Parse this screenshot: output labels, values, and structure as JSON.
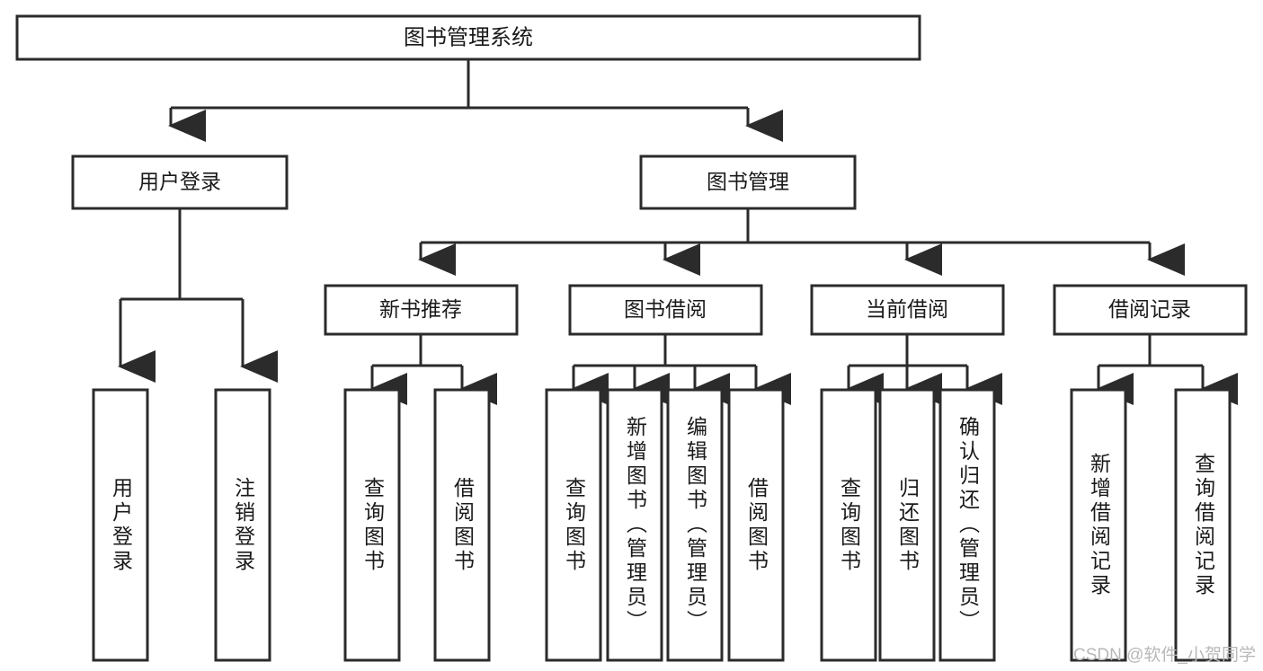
{
  "diagram": {
    "type": "tree-hierarchy",
    "title_node": {
      "id": "root",
      "label": "图书管理系统"
    },
    "level2": [
      {
        "id": "user-login",
        "label": "用户登录"
      },
      {
        "id": "book-manage",
        "label": "图书管理"
      }
    ],
    "level3": [
      {
        "id": "new-book-rec",
        "label": "新书推荐",
        "parent": "book-manage"
      },
      {
        "id": "book-borrow",
        "label": "图书借阅",
        "parent": "book-manage"
      },
      {
        "id": "current-borrow",
        "label": "当前借阅",
        "parent": "book-manage"
      },
      {
        "id": "borrow-record",
        "label": "借阅记录",
        "parent": "book-manage"
      }
    ],
    "leaves": {
      "user_login": [
        {
          "id": "leaf-user-login",
          "label": "用户登录"
        },
        {
          "id": "leaf-user-logout",
          "label": "注销登录"
        }
      ],
      "new_book_rec": [
        {
          "id": "leaf-query-book-1",
          "label": "查询图书"
        },
        {
          "id": "leaf-borrow-book-1",
          "label": "借阅图书"
        }
      ],
      "book_borrow": [
        {
          "id": "leaf-query-book-2",
          "label": "查询图书"
        },
        {
          "id": "leaf-add-book",
          "label": "新增图书（管理员）"
        },
        {
          "id": "leaf-edit-book",
          "label": "编辑图书（管理员）"
        },
        {
          "id": "leaf-borrow-book-2",
          "label": "借阅图书"
        }
      ],
      "current_borrow": [
        {
          "id": "leaf-query-book-3",
          "label": "查询图书"
        },
        {
          "id": "leaf-return-book",
          "label": "归还图书"
        },
        {
          "id": "leaf-confirm-return",
          "label": "确认归还（管理员）"
        }
      ],
      "borrow_record": [
        {
          "id": "leaf-add-record",
          "label": "新增借阅记录"
        },
        {
          "id": "leaf-query-record",
          "label": "查询借阅记录"
        }
      ]
    }
  },
  "watermark": {
    "text": "CSDN @软件_小贺同学"
  },
  "colors": {
    "stroke": "#2b2b2b",
    "fill": "#ffffff",
    "text": "#1a1a1a",
    "watermark": "#b8b8b8"
  }
}
